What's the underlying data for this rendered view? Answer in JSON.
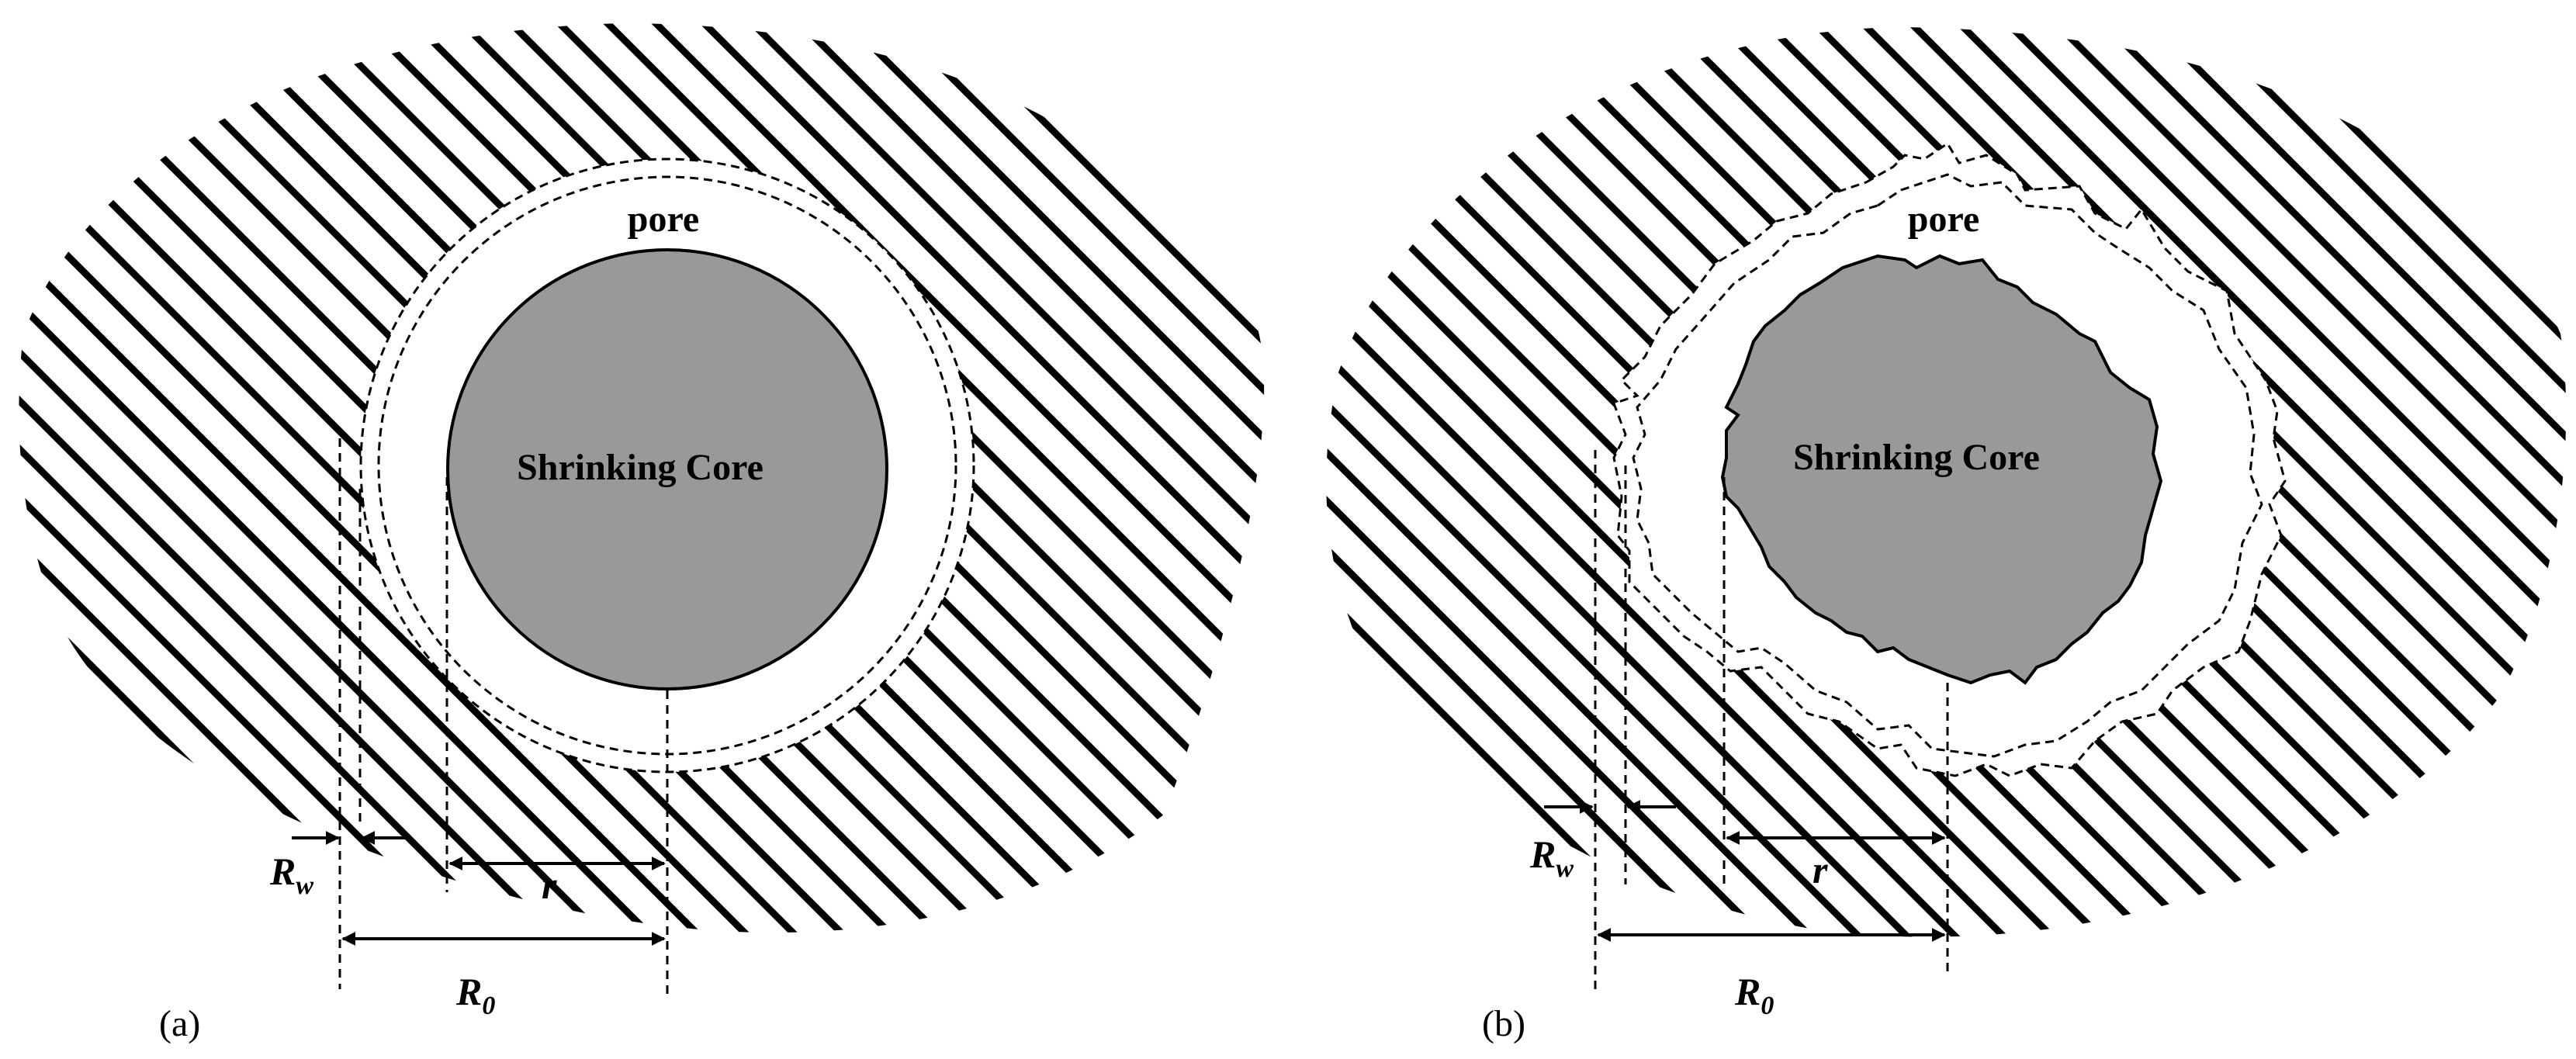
{
  "panel_a": {
    "caption": "(a)",
    "pore_label": "pore",
    "core_label": "Shrinking Core",
    "rw_symbol": "R",
    "rw_subscript": "w",
    "r_label": "r",
    "r0_symbol": "R",
    "r0_subscript": "0"
  },
  "panel_b": {
    "caption": "(b)",
    "pore_label": "pore",
    "core_label": "Shrinking Core",
    "rw_symbol": "R",
    "rw_subscript": "w",
    "r_label": "r",
    "r0_symbol": "R",
    "r0_subscript": "0"
  },
  "colors": {
    "core_fill": "#999999",
    "hatch": "#000000",
    "background": "#ffffff"
  }
}
